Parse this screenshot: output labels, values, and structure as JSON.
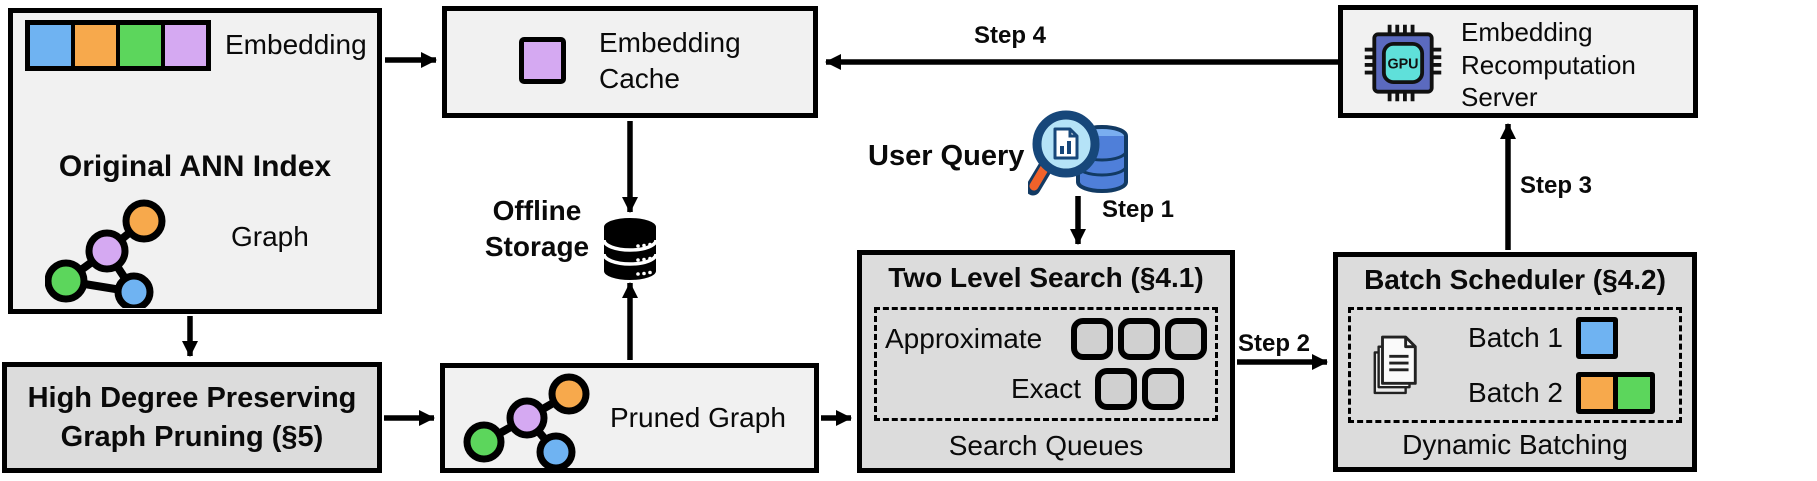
{
  "diagram": {
    "original_ann_index": {
      "title": "Original ANN Index",
      "embedding_label": "Embedding",
      "graph_label": "Graph",
      "embedding_colors": [
        "#6fb3f2",
        "#f7a94c",
        "#5cd65c",
        "#d5a9f2"
      ]
    },
    "embedding_cache": {
      "label": "Embedding\nCache",
      "swatch": [
        "#d5a9f2"
      ]
    },
    "recomputation_server": {
      "label": "Embedding\nRecomputation\nServer",
      "gpu_text": "GPU"
    },
    "offline_storage": {
      "label": "Offline\nStorage"
    },
    "user_query": {
      "label": "User Query"
    },
    "steps": {
      "step1": "Step 1",
      "step2": "Step 2",
      "step3": "Step 3",
      "step4": "Step 4"
    },
    "two_level_search": {
      "title": "Two Level Search (§4.1)",
      "rows": [
        {
          "label": "Approximate",
          "queues": 3
        },
        {
          "label": "Exact",
          "queues": 2
        }
      ],
      "caption": "Search Queues"
    },
    "batch_scheduler": {
      "title": "Batch Scheduler (§4.2)",
      "batches": [
        {
          "label": "Batch 1",
          "colors": [
            "#6fb3f2"
          ]
        },
        {
          "label": "Batch 2",
          "colors": [
            "#f7a94c",
            "#5cd65c"
          ]
        }
      ],
      "caption": "Dynamic Batching"
    },
    "graph_pruning": {
      "title": "High Degree Preserving\nGraph Pruning (§5)"
    },
    "pruned_graph": {
      "label": "Pruned Graph"
    },
    "icons": {
      "gpu": "gpu-chip-icon",
      "storage": "database-icon",
      "query": "magnifier-database-icon",
      "documents": "documents-stack-icon",
      "graph": "graph-icon",
      "pruned_graph": "pruned-graph-icon"
    },
    "colors": {
      "blue": "#6fb3f2",
      "orange": "#f7a94c",
      "green": "#5cd65c",
      "purple": "#d5a9f2",
      "box_light": "#f1f1f1",
      "box_gray": "#dcdcdc"
    }
  }
}
